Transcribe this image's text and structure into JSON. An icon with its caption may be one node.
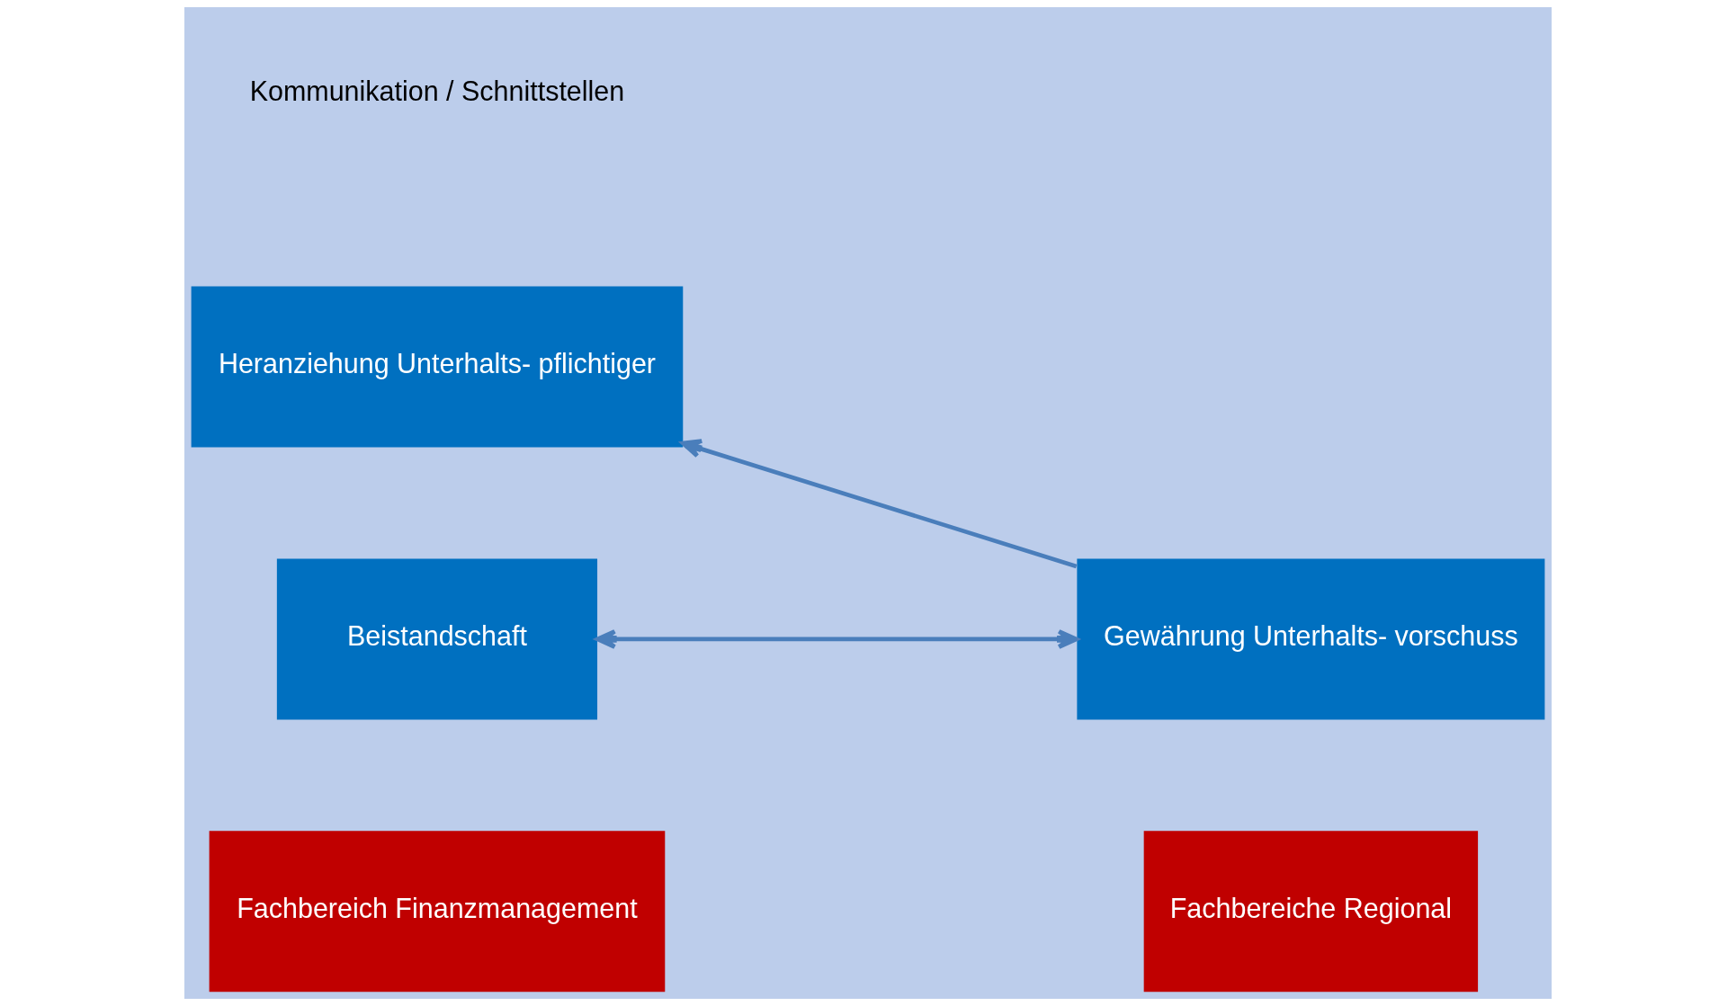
{
  "diagram": {
    "nodes": [
      {
        "text": [
          "Fachbereich Finanzmanagement"
        ]
      },
      {
        "text": [
          "Fachbereiche Regional"
        ]
      },
      {
        "text": [
          "Heranziehung Unterhalts- pflichtiger"
        ]
      },
      {
        "text": [
          "Gewährung Unterhalts- vorschuss"
        ]
      },
      {
        "text": [
          "Beistandschaft"
        ]
      }
    ],
    "edges": [
      {
        "from": 3,
        "to": 2,
        "arrow": "to"
      },
      {
        "from": 4,
        "to": 3,
        "arrow": "both"
      }
    ],
    "labels": [
      "Kommunikation / Schnittstellen"
    ]
  }
}
